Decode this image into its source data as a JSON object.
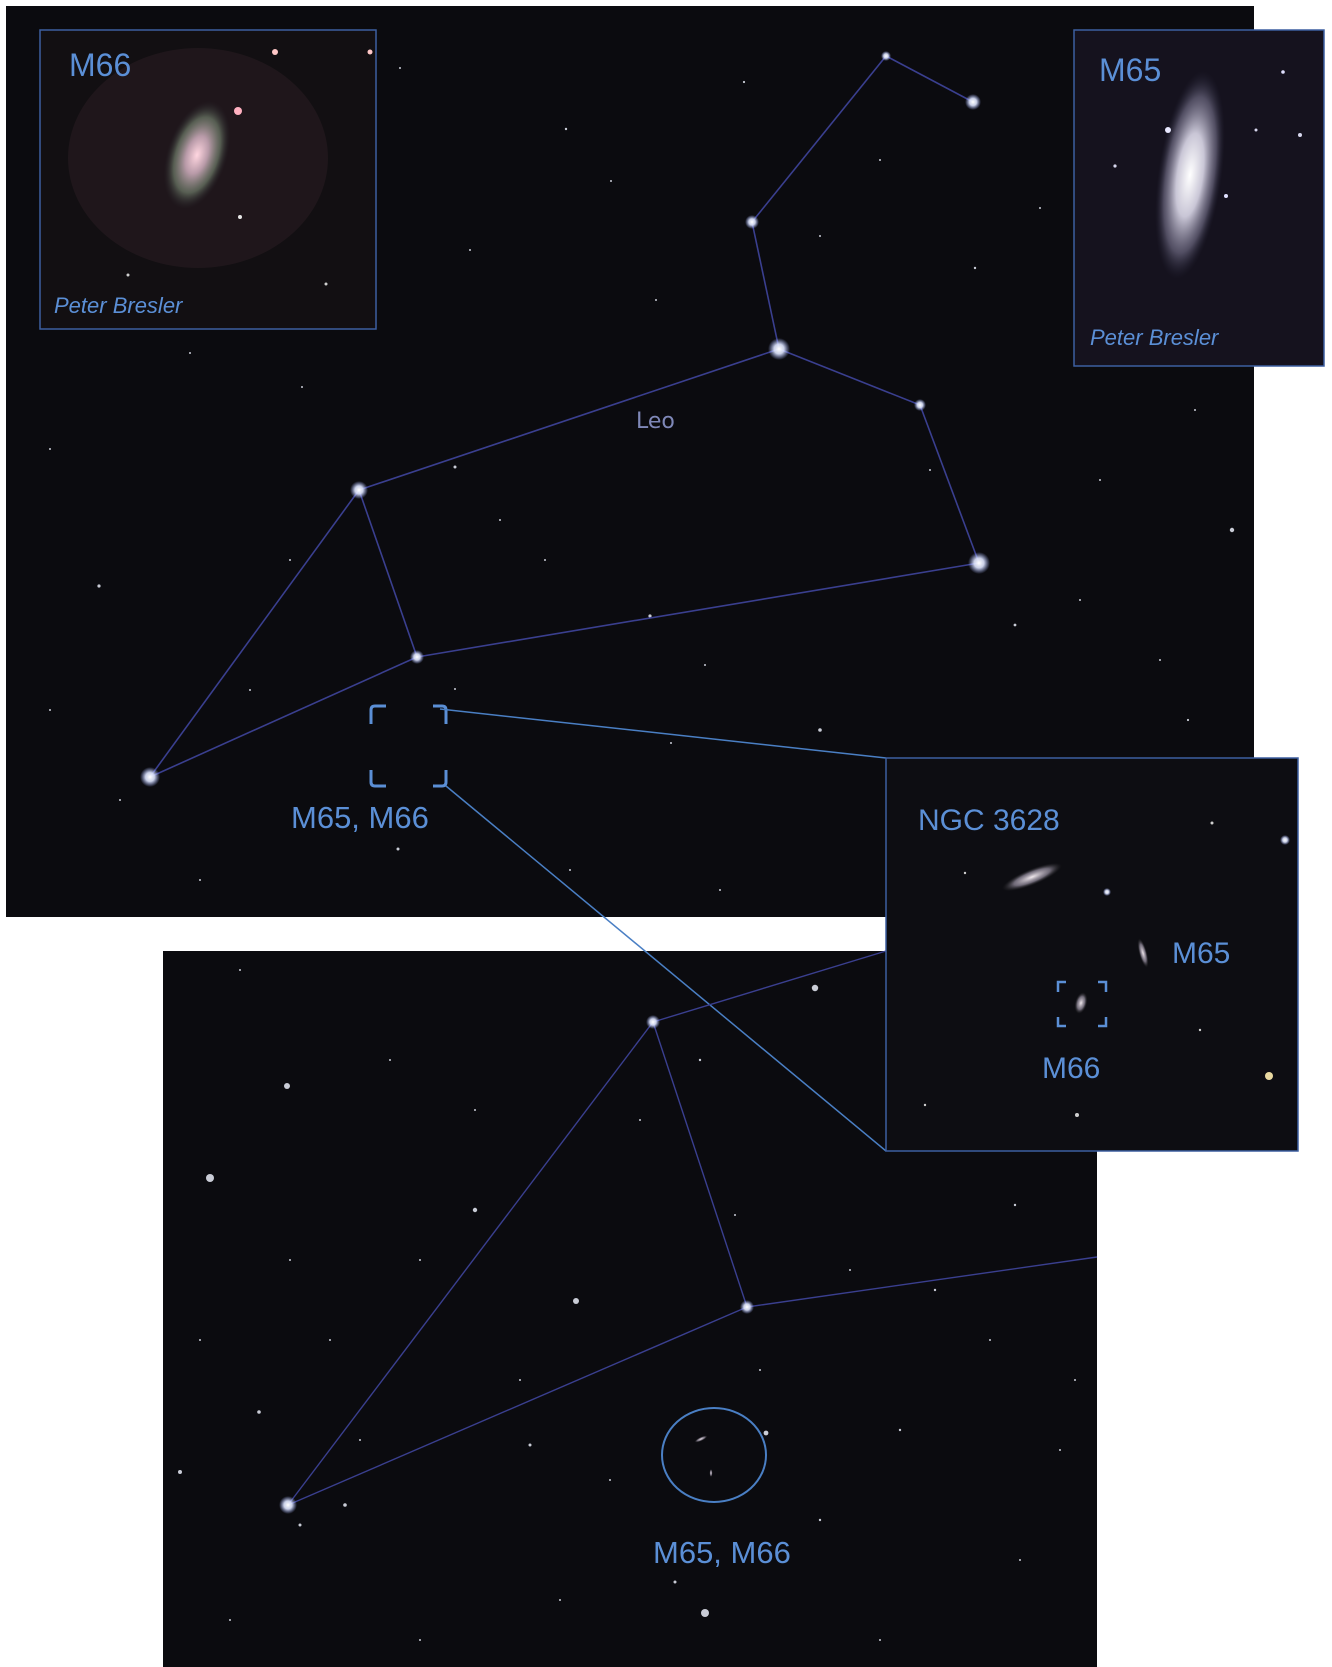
{
  "constellation": {
    "name": "Leo"
  },
  "main_target": {
    "label": "M65, M66"
  },
  "insets": {
    "m66": {
      "title": "M66",
      "credit": "Peter Bresler"
    },
    "m65": {
      "title": "M65",
      "credit": "Peter Bresler"
    },
    "zoom": {
      "ngc_label": "NGC 3628",
      "m65_label": "M65",
      "m66_label": "M66"
    }
  },
  "bottom_panel": {
    "target_label": "M65, M66"
  },
  "colors": {
    "sky": "#0b0b0f",
    "label_blue": "#5b8fd6",
    "constellation_line": "#3a3f8f",
    "zoom_line": "#4a7fc4",
    "frame": "#3d5fa0"
  }
}
